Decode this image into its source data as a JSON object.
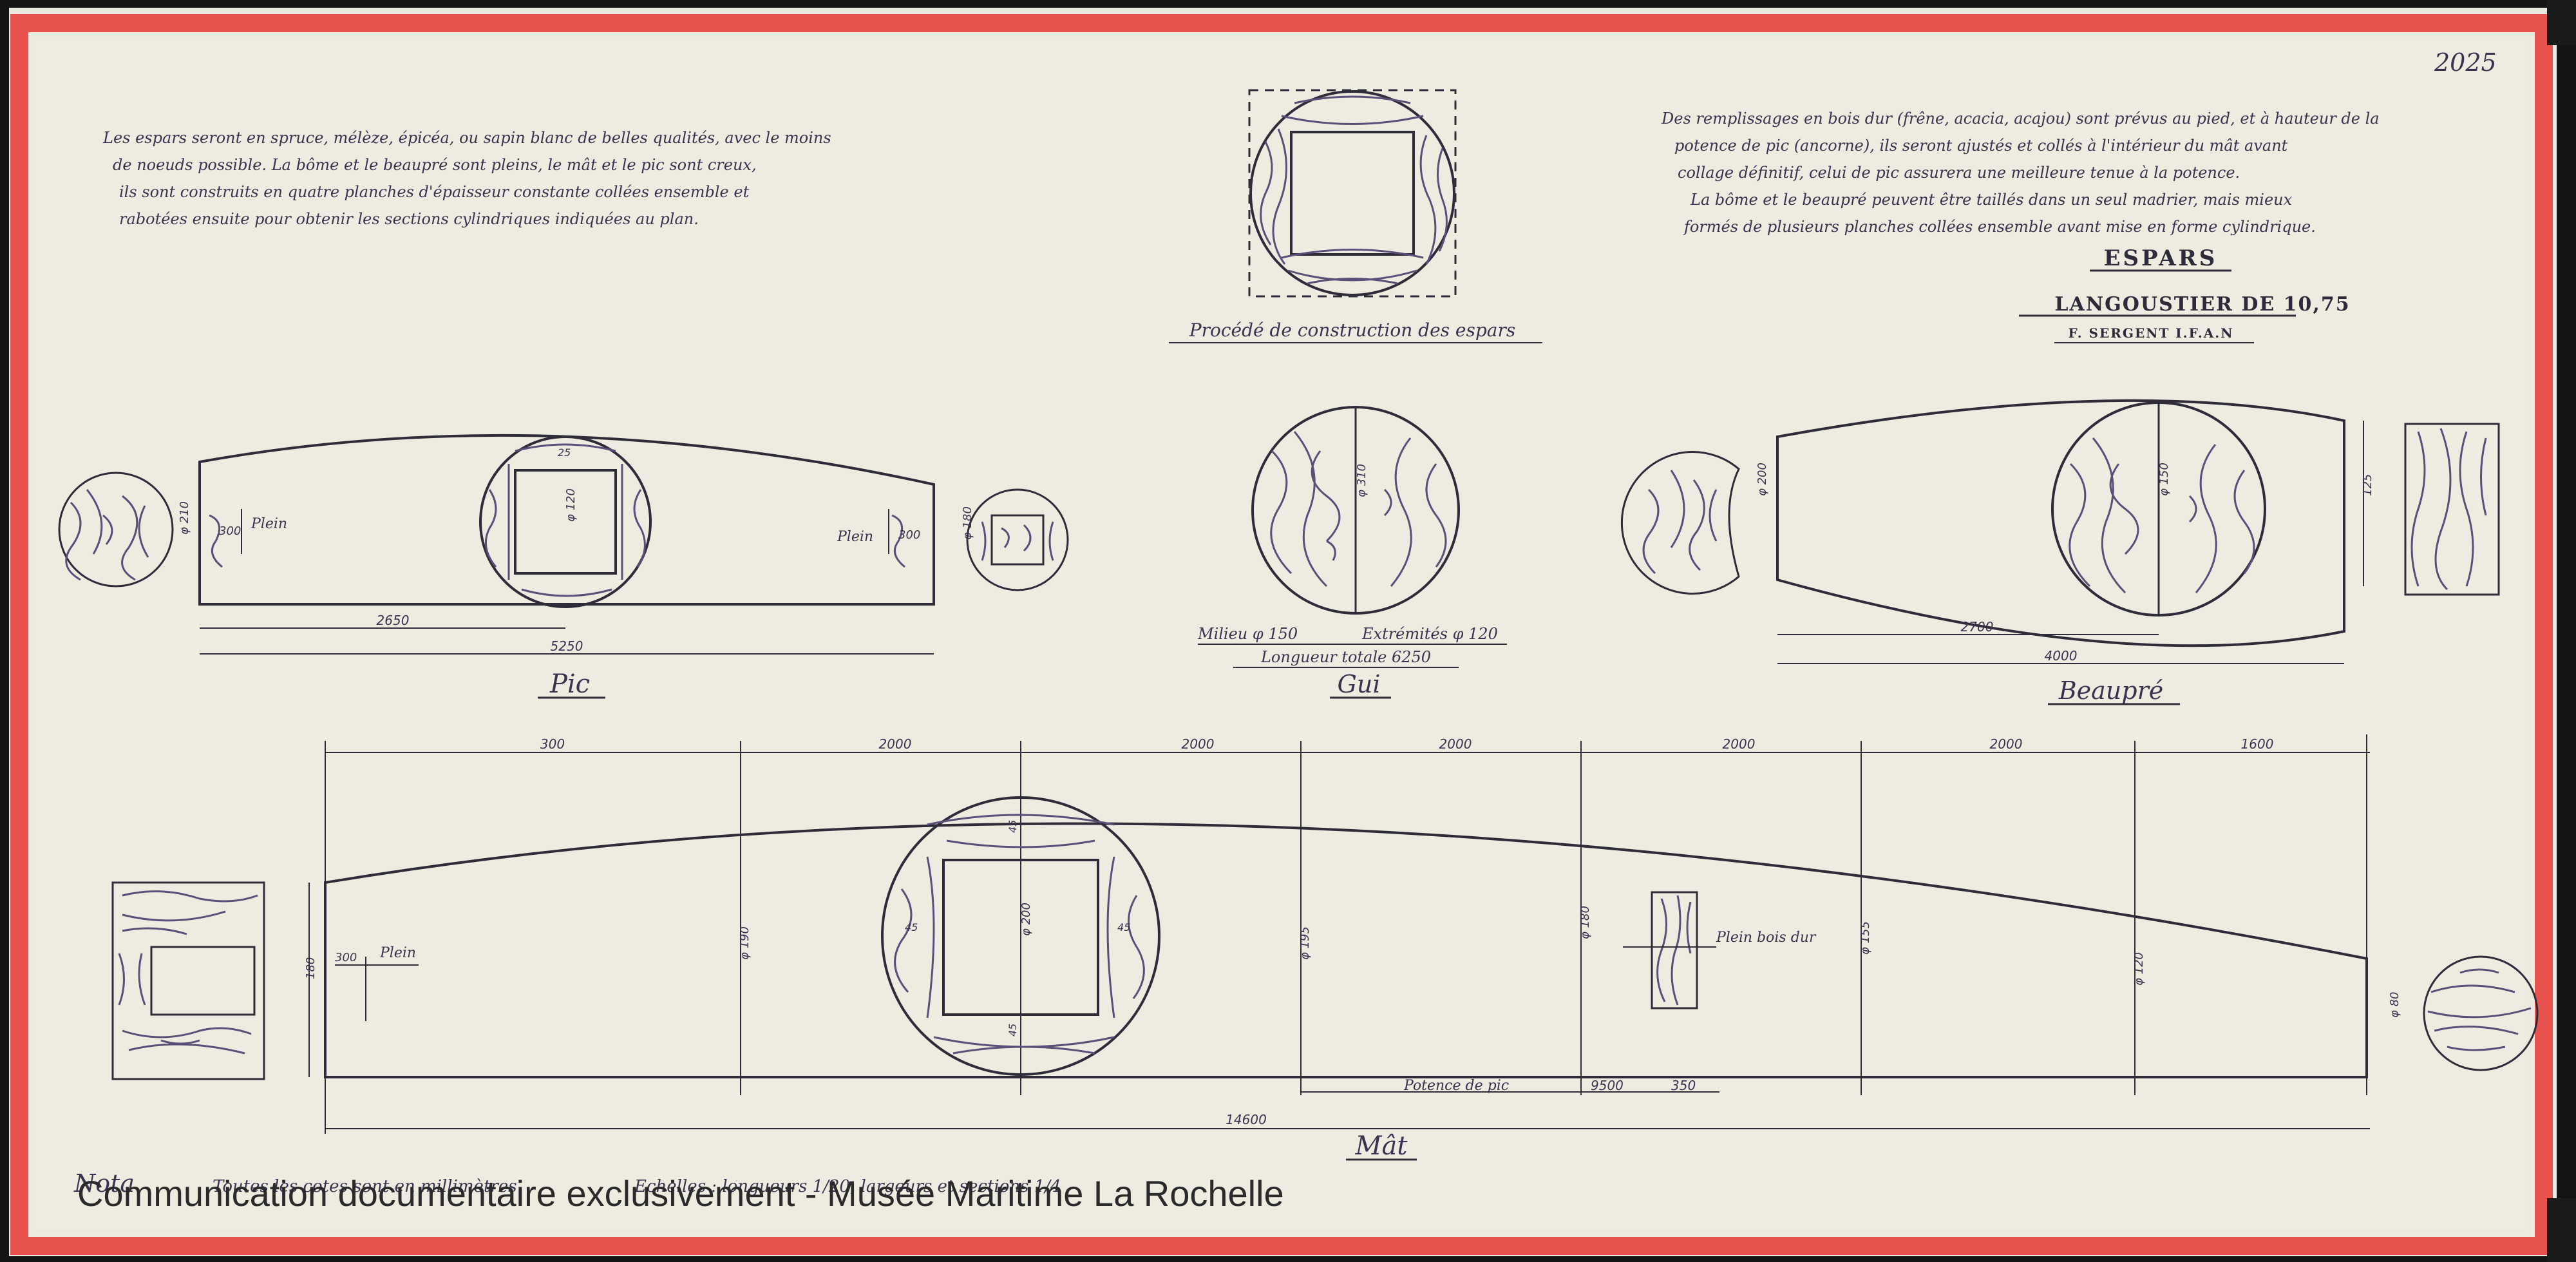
{
  "sheet_number": "2025",
  "notes": {
    "left": [
      "Les espars seront en spruce, mélèze, épicéa, ou sapin blanc de belles qualités, avec le moins",
      "de noeuds possible. La bôme et le beaupré sont pleins, le mât et le pic sont creux,",
      "ils sont construits en quatre planches d'épaisseur constante collées ensemble et",
      "rabotées ensuite pour obtenir les sections cylindriques indiquées au plan."
    ],
    "right": [
      "Des remplissages en bois dur (frêne, acacia, acajou) sont prévus au pied, et à hauteur de la",
      "potence de pic (ancorne), ils seront ajustés et collés à l'intérieur du mât avant",
      "collage définitif, celui de pic assurera une meilleure tenue à la potence.",
      "La bôme et le beaupré peuvent être taillés dans un seul madrier, mais mieux",
      "formés de plusieurs planches collées ensemble avant mise en forme cylindrique."
    ]
  },
  "procede_caption": "Procédé de construction des espars",
  "title_block": {
    "title": "ESPARS",
    "subtitle": "LANGOUSTIER DE 10,75",
    "author": "F. SERGENT I.F.A.N"
  },
  "pic": {
    "label": "Pic",
    "dia_end_left": "φ 210",
    "plein_len_left": "300",
    "plein_left": "Plein",
    "plein_right": "Plein",
    "plein_len_right": "300",
    "dia_end_right": "φ 180",
    "dia_mid": "φ 120",
    "wall": "25",
    "half_length": "2650",
    "length": "5250"
  },
  "gui": {
    "label": "Gui",
    "dia": "φ 310",
    "milieu": "Milieu φ 150",
    "extremites": "Extrémités φ 120",
    "longueur": "Longueur totale 6250"
  },
  "beaupre": {
    "label": "Beaupré",
    "dia_end": "φ 200",
    "dia_mid": "φ 150",
    "dia_right": "125",
    "half_length": "2700",
    "length": "4000"
  },
  "mat": {
    "label": "Mât",
    "segments": [
      "300",
      "2000",
      "2000",
      "2000",
      "2000",
      "2000",
      "1600"
    ],
    "dia_foot": "180",
    "plein_len": "300",
    "plein": "Plein",
    "dia_s1": "φ 190",
    "dia_mid": "φ 200",
    "wall_top": "45",
    "wall_bottom": "45",
    "wall_left": "45",
    "wall_right": "45",
    "dia_s3": "φ 195",
    "dia_s4": "φ 180",
    "plein_bois_dur": "Plein bois dur",
    "dia_s5": "φ 155",
    "dia_s6": "φ 120",
    "dia_top": "φ 80",
    "potence": "Potence de pic",
    "potence_pos": "9500",
    "potence_len": "350",
    "length": "14600"
  },
  "footer": {
    "note_label": "Nota",
    "note_text": "Toutes les cotes sont en millimètres",
    "echelle": "Echelles : longueurs 1/20, largeurs et sections 1/4"
  },
  "watermark": "Communication documentaire exclusivement - Musée Maritime La Rochelle"
}
